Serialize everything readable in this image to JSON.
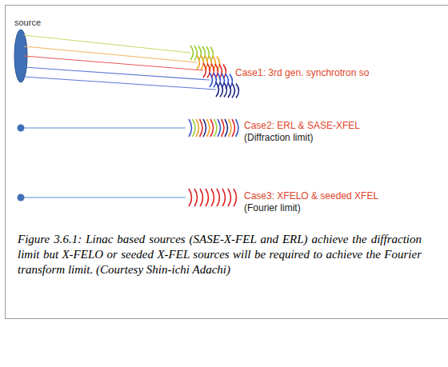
{
  "diagram": {
    "caption": "Figure 3.6.1: Linac based sources (SASE-X-FEL and ERL) achieve the diffraction limit but X-FELO or seeded X-FEL sources will be required to achieve the Fourier transform limit. (Courtesy Shin-ichi Adachi)",
    "labels": [
      "source",
      "Case1: 3rd gen. synchrotron so",
      "Case2: ERL & SASE-XFEL",
      "(Diffraction limit)",
      "Case3: XFELO & seeded XFEL",
      "(Fourier limit)"
    ]
  }
}
